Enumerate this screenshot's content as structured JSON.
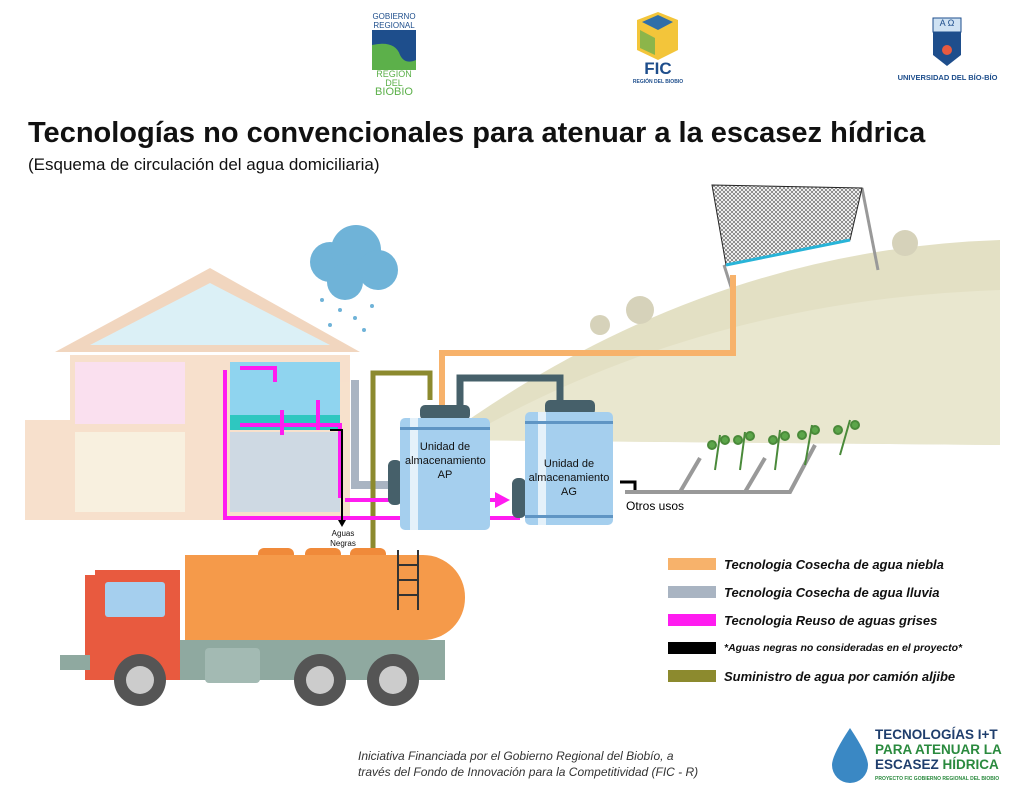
{
  "header": {
    "title": "Tecnologías no convencionales para atenuar a la escasez hídrica",
    "subtitle": "(Esquema de circulación del agua domiciliaria)"
  },
  "logos": {
    "gobierno": {
      "line1": "GOBIERNO",
      "line2": "REGIONAL",
      "line3": "REGIÓN DEL",
      "line4": "BIOBIO"
    },
    "fic": {
      "name": "FIC",
      "sub": "REGIÓN DEL BIOBIO"
    },
    "udb": {
      "name": "UNIVERSIDAD DEL BÍO-BÍO",
      "glyph": "A Ω"
    }
  },
  "diagram": {
    "tank_ap": "Unidad de almacenamiento AP",
    "tank_ag": "Unidad de almacenamiento AG",
    "otros_usos": "Otros usos",
    "aguas_negras": "Aguas Negras"
  },
  "legend": [
    {
      "label": "Tecnologia Cosecha de agua niebla",
      "color": "#f7b26b"
    },
    {
      "label": "Tecnologia Cosecha de agua lluvia",
      "color": "#a9b4c2"
    },
    {
      "label": "Tecnologia Reuso de aguas grises",
      "color": "#ff1cf0"
    },
    {
      "label": "*Aguas negras no consideradas en el proyecto*",
      "color": "#000000"
    },
    {
      "label": "Suministro de agua por camión aljibe",
      "color": "#8c8a2e"
    }
  ],
  "footer": {
    "line1": "Iniciativa Financiada por el Gobierno Regional del Biobío, a",
    "line2": "través del Fondo de Innovación para la Competitividad (FIC - R)"
  },
  "brand": {
    "line1": "TECNOLOGÍAS I+T",
    "line2": "PARA ATENUAR LA",
    "line3a": "ESCASEZ ",
    "line3b": "HÍDRICA",
    "sub": "PROYECTO FIC GOBIERNO REGIONAL DEL BIOBIO"
  }
}
